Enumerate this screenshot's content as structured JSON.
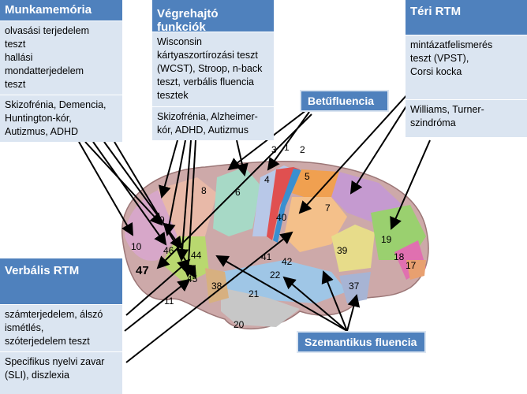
{
  "boxes": {
    "munkamemoria": {
      "title": "Munkamemória",
      "tests": "olvasási terjedelem\nteszt\nhallási\nmondatterjedelem\nteszt",
      "disorders": "Skizofrénia, Demencia,\nHuntington-kór,\nAutizmus, ADHD"
    },
    "vegrehajto": {
      "title": "Végrehajtó funkciók",
      "tests": "Wisconsin\nkártyaszortírozási teszt\n(WCST), Stroop, n-back\nteszt, verbális fluencia\ntesztek",
      "disorders": "Skizofrénia, Alzheimer-\nkór, ADHD, Autizmus"
    },
    "teri": {
      "title": "Téri RTM",
      "tests": "mintázatfelismerés\nteszt (VPST),\nCorsi kocka",
      "disorders": "Williams, Turner-\nszindróma"
    },
    "verbalis": {
      "title": "Verbális RTM",
      "tests": "számterjedelem, álszó\nismétlés,\nszóterjedelem teszt",
      "disorders": "Specifikus nyelvi zavar\n(SLI), diszlexia"
    }
  },
  "labels": {
    "betufluencia": "Betűfluencia",
    "szemantikus": "Szemantikus fluencia"
  },
  "brodmann_areas": [
    "1",
    "2",
    "3",
    "4",
    "5",
    "6",
    "7",
    "8",
    "9",
    "10",
    "11",
    "17",
    "18",
    "19",
    "20",
    "21",
    "22",
    "37",
    "38",
    "39",
    "40",
    "41",
    "42",
    "44",
    "45",
    "46",
    "47"
  ],
  "colors": {
    "header_blue": "#4f81bd",
    "section_light": "#dbe5f1"
  }
}
